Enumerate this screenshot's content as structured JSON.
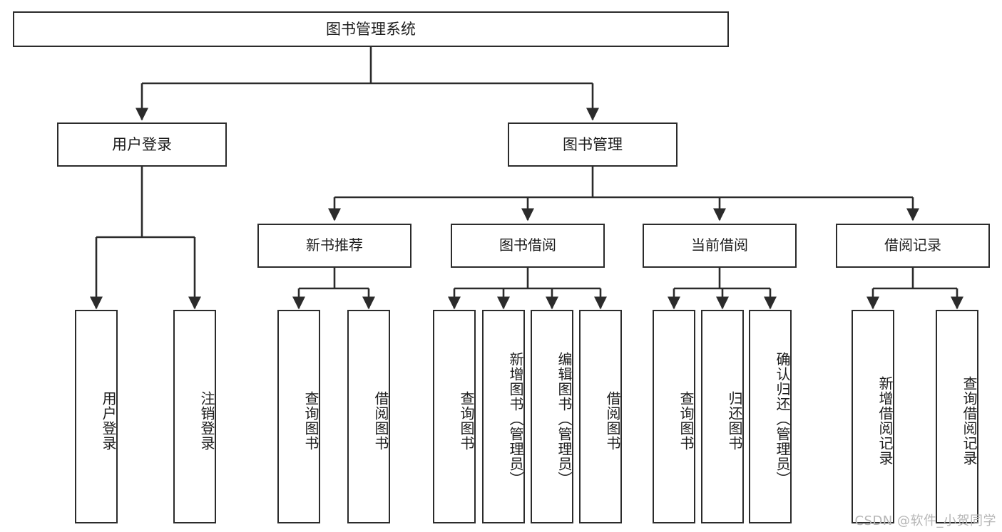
{
  "diagram": {
    "title": "图书管理系统",
    "type": "tree-hierarchy",
    "root": {
      "id": "root",
      "label": "图书管理系统"
    },
    "level1": [
      {
        "id": "user-login",
        "label": "用户登录"
      },
      {
        "id": "book-management",
        "label": "图书管理"
      }
    ],
    "level2": [
      {
        "id": "new-book-recommend",
        "label": "新书推荐",
        "parent": "book-management"
      },
      {
        "id": "book-borrow",
        "label": "图书借阅",
        "parent": "book-management"
      },
      {
        "id": "current-borrow",
        "label": "当前借阅",
        "parent": "book-management"
      },
      {
        "id": "borrow-record",
        "label": "借阅记录",
        "parent": "book-management"
      }
    ],
    "leaves": {
      "user_login": [
        {
          "id": "leaf-user-login",
          "label": "用户登录"
        },
        {
          "id": "leaf-logout",
          "label": "注销登录"
        }
      ],
      "new_book_recommend": [
        {
          "id": "leaf-query-book-1",
          "label": "查询图书"
        },
        {
          "id": "leaf-borrow-book-1",
          "label": "借阅图书"
        }
      ],
      "book_borrow": [
        {
          "id": "leaf-query-book-2",
          "label": "查询图书"
        },
        {
          "id": "leaf-add-book",
          "label": "新增图书（管理员）"
        },
        {
          "id": "leaf-edit-book",
          "label": "编辑图书（管理员）"
        },
        {
          "id": "leaf-borrow-book-2",
          "label": "借阅图书"
        }
      ],
      "current_borrow": [
        {
          "id": "leaf-query-book-3",
          "label": "查询图书"
        },
        {
          "id": "leaf-return-book",
          "label": "归还图书"
        },
        {
          "id": "leaf-confirm-return",
          "label": "确认归还（管理员）"
        }
      ],
      "borrow_record": [
        {
          "id": "leaf-add-record",
          "label": "新增借阅记录"
        },
        {
          "id": "leaf-query-record",
          "label": "查询借阅记录"
        }
      ]
    }
  },
  "watermark": {
    "text": "CSDN @软件_小贺同学"
  },
  "colors": {
    "stroke": "#2b2b2b",
    "fill": "#ffffff",
    "text": "#1c1c1c",
    "watermark": "#b6b6b6"
  }
}
